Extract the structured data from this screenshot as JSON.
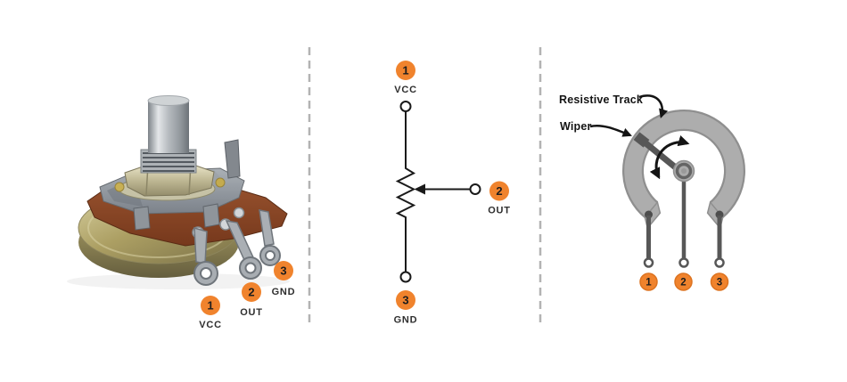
{
  "colors": {
    "accent_orange": "#F0832D",
    "badge_number_text": "#1D1D1D",
    "pin_label_text": "#2E2E2E",
    "schematic_line": "#1A1A1A",
    "divider_gray": "#B3B3B3",
    "track_fill": "#ADADAD",
    "track_border": "#8F8F8F",
    "wiper_metal_gray": "#575757"
  },
  "left_panel": {
    "description": "potentiometer-photo",
    "pins": [
      {
        "num": "1",
        "label": "VCC"
      },
      {
        "num": "2",
        "label": "OUT"
      },
      {
        "num": "3",
        "label": "GND"
      }
    ]
  },
  "middle_panel": {
    "description": "potentiometer-schematic-symbol",
    "pins": [
      {
        "num": "1",
        "label": "VCC"
      },
      {
        "num": "2",
        "label": "OUT"
      },
      {
        "num": "3",
        "label": "GND"
      }
    ]
  },
  "right_panel": {
    "description": "potentiometer-internal-diagram",
    "annotations": {
      "track": "Resistive Track",
      "wiper": "Wiper"
    },
    "pins": [
      {
        "num": "1"
      },
      {
        "num": "2"
      },
      {
        "num": "3"
      }
    ]
  }
}
